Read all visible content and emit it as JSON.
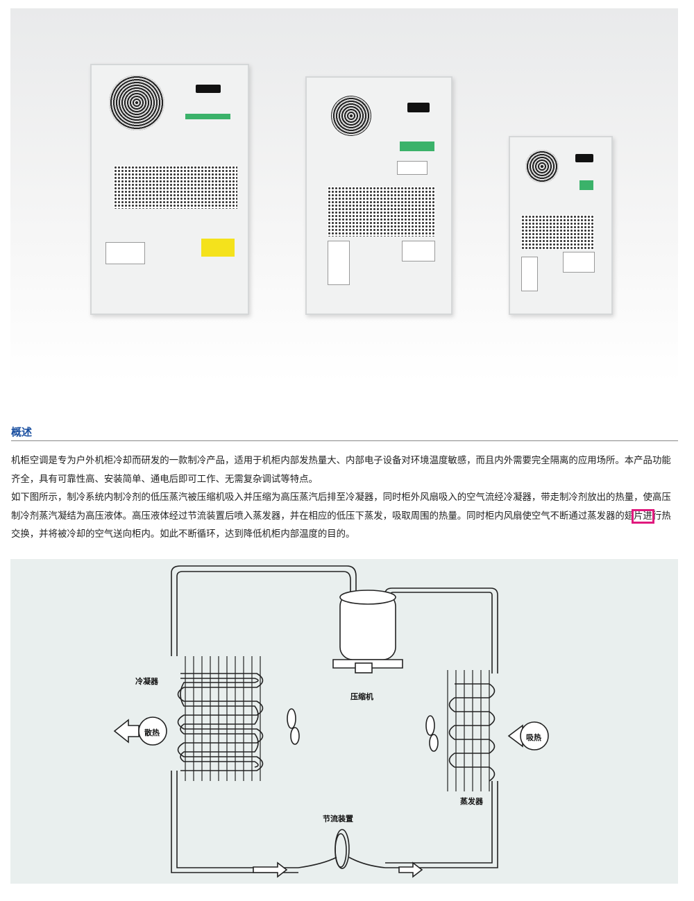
{
  "section": {
    "title": "概述"
  },
  "paragraphs": [
    "机柜空调是专为户外机柜冷却而研发的一款制冷产品，适用于机柜内部发热量大、内部电子设备对环境温度敏感，而且内外需要完全隔离的应用场所。本产品功能齐全，具有可靠性高、安装简单、通电后即可工作、无需复杂调试等特点。",
    {
      "before": "如下图所示，制冷系统内制冷剂的低压蒸汽被压缩机吸入并压缩为高压蒸汽后排至冷凝器，同时柜外风扇吸入的空气流经冷凝器，带走制冷剂放出的热量，使高压制冷剂蒸汽凝结为高压液体。高压液体经过节流装置后喷入蒸发器，并在相应的低压下蒸发，吸取周围的热量。同时柜内风扇使空气不断通过蒸发器的翅",
      "highlight": "片进",
      "after": "行热交换，并将被冷却的空气送向柜内。如此不断循环，达到降低机柜内部温度的目的。"
    }
  ],
  "diagram": {
    "condenser": "冷凝器",
    "heat_release": "散热",
    "compressor": "压缩机",
    "heat_absorb": "吸热",
    "evaporator": "蒸发器",
    "throttle": "节流装置"
  },
  "colors": {
    "heading": "#1a4fa0",
    "highlight": "#e0197d",
    "diagram_bg": "#e9efee"
  }
}
